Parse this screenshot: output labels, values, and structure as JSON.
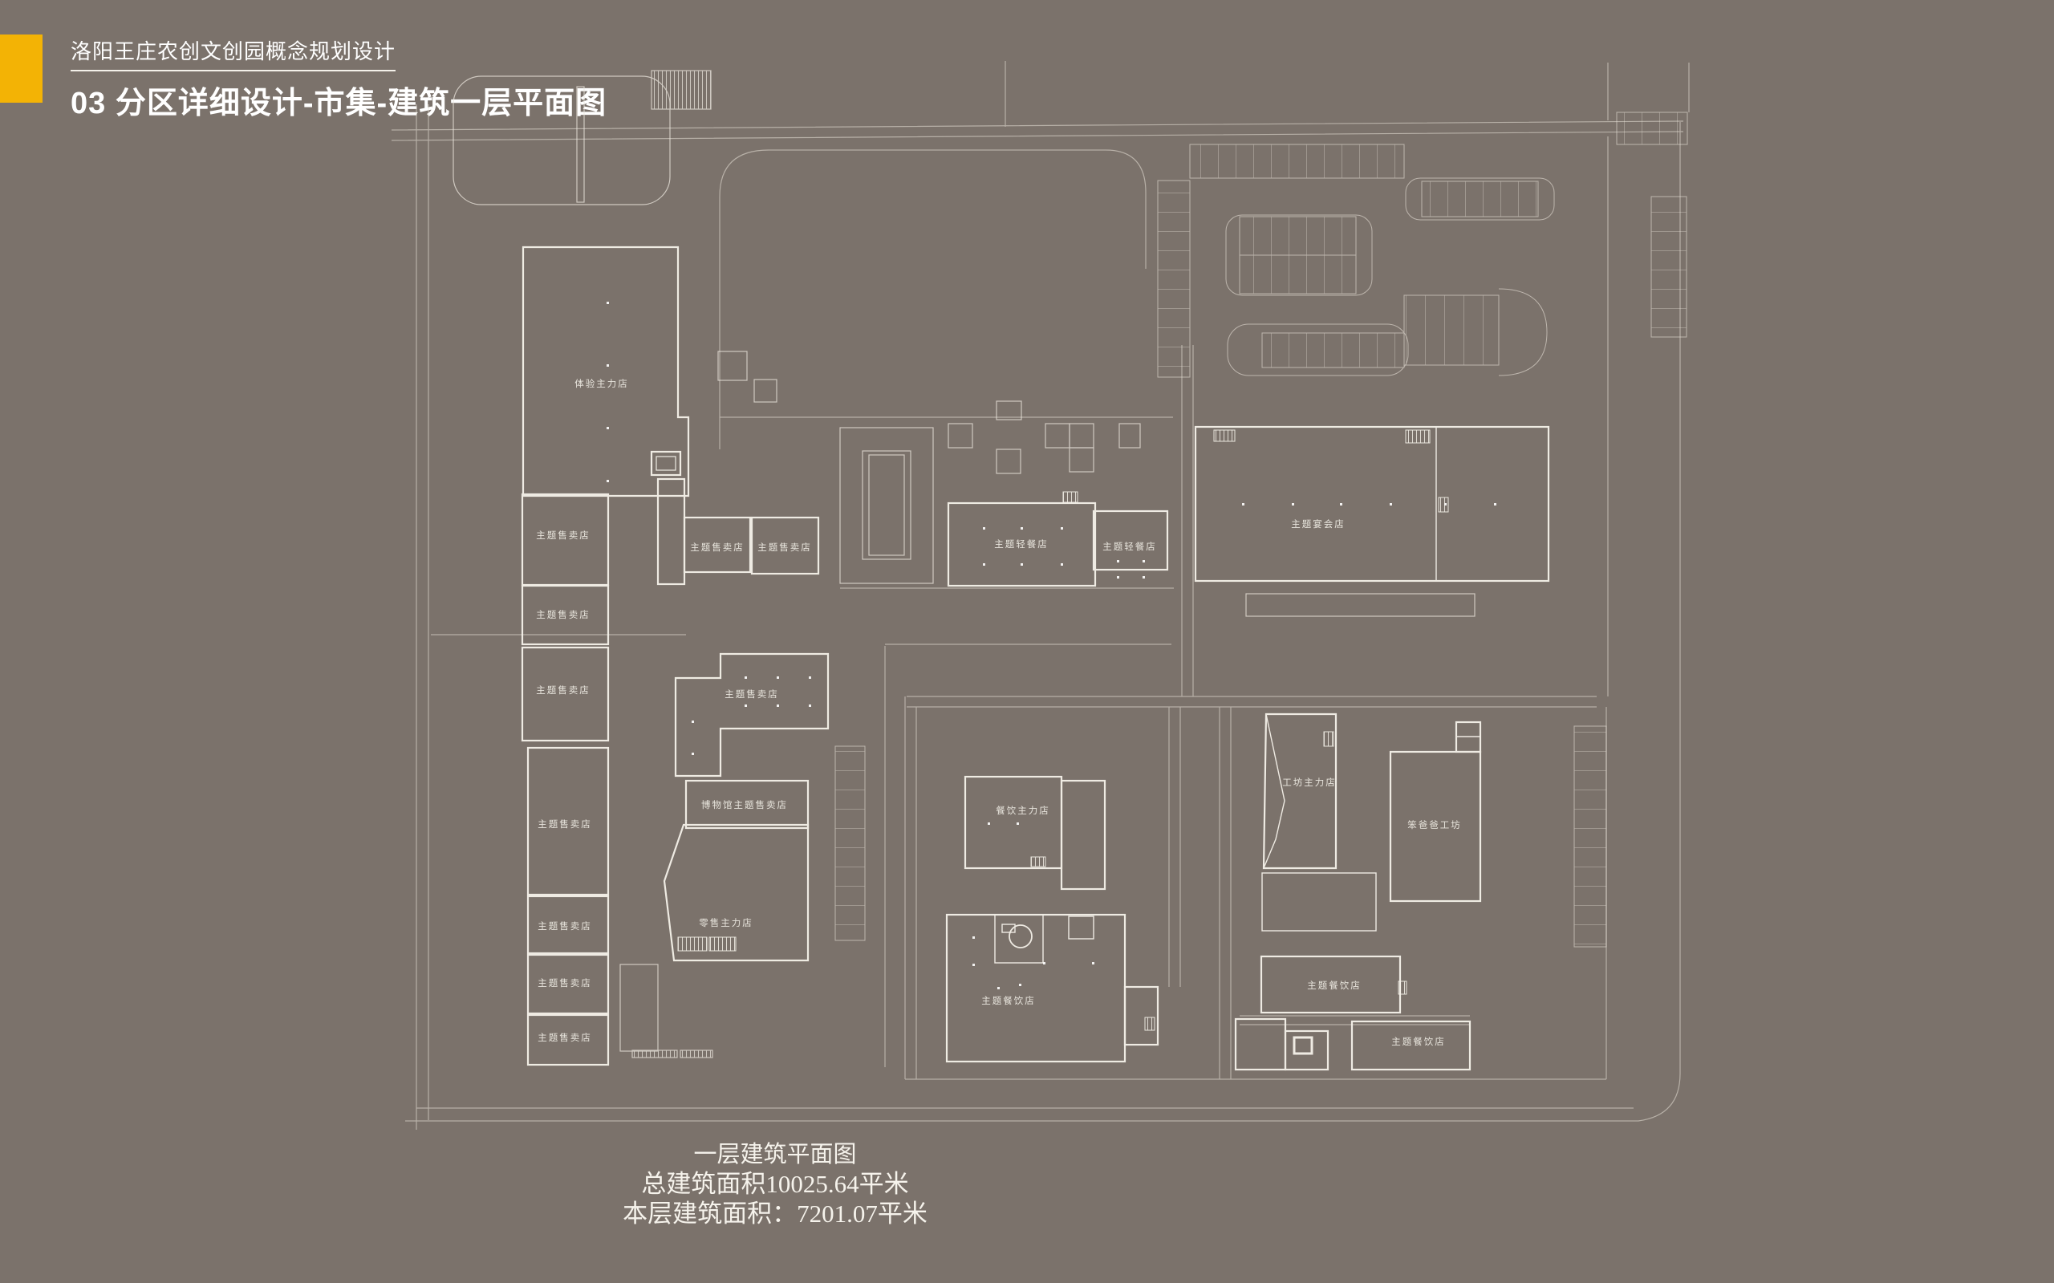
{
  "page": {
    "background_color": "#7b726b",
    "accent_color": "#f3b305",
    "line_color": "#f6f2ea"
  },
  "header": {
    "project_title": "洛阳王庄农创文创园概念规划设计",
    "section_title": "03 分区详细设计-市集-建筑一层平面图"
  },
  "plan": {
    "buildings": [
      {
        "label": "体验主力店"
      },
      {
        "label": "主题售卖店"
      },
      {
        "label": "主题售卖店"
      },
      {
        "label": "主题售卖店"
      },
      {
        "label": "主题售卖店"
      },
      {
        "label": "主题售卖店"
      },
      {
        "label": "主题售卖店"
      },
      {
        "label": "主题售卖店"
      },
      {
        "label": "主题售卖店"
      },
      {
        "label": "主题售卖店"
      },
      {
        "label": "主题售卖店"
      },
      {
        "label": "博物馆主题售卖店"
      },
      {
        "label": "零售主力店"
      },
      {
        "label": "主题轻餐店"
      },
      {
        "label": "主题轻餐店"
      },
      {
        "label": "主题宴会店"
      },
      {
        "label": "餐饮主力店"
      },
      {
        "label": "主题餐饮店"
      },
      {
        "label": "工坊主力店"
      },
      {
        "label": "笨爸爸工坊"
      },
      {
        "label": "主题餐饮店"
      },
      {
        "label": "主题餐饮店"
      }
    ]
  },
  "caption": {
    "line1": "一层建筑平面图",
    "line2": "总建筑面积10025.64平米",
    "line3": "本层建筑面积：7201.07平米"
  }
}
